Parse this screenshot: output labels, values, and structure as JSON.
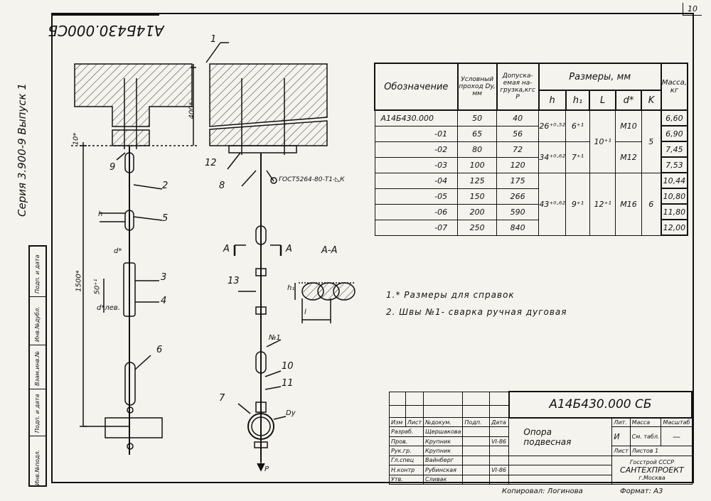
{
  "sheet_number": "10",
  "drawing_code_rotated": "А14Б430.000СБ",
  "series_side": "Серия 3.900-9 Выпуск 1",
  "side_stamp": [
    "Инв.№подл.",
    "Подп. и дата",
    "Взам.инв.№",
    "Инв.№дубл.",
    "Подп. и дата"
  ],
  "callouts": {
    "n1": "1",
    "n2": "2",
    "n3": "3",
    "n4": "4",
    "n5": "5",
    "n6": "6",
    "n7": "7",
    "n8": "8",
    "n9": "9",
    "n10": "10",
    "n11": "11",
    "n12": "12",
    "n13": "13",
    "dim_400": "400*",
    "dim_10": "10*",
    "dim_1500": "1500*",
    "dim_50": "50⁺¹",
    "h": "h",
    "d_star": "d*",
    "d_lev": "d*лев.",
    "section_a1": "A",
    "section_a2": "A",
    "section_aa": "A-A",
    "h1": "h₁",
    "l": "l",
    "weld": "№1",
    "dy": "Dy",
    "p": "P",
    "gost": "ГОСТ5264-80-Т1-◺К"
  },
  "spec_table": {
    "headers": {
      "designation": "Обозначение",
      "nominal": "Условный проход Dy, мм",
      "load": "Допуска-емая на-грузка,кгс P",
      "sizes": "Размеры, мм",
      "mass": "Масса, кг",
      "h": "h",
      "h1": "h₁",
      "l": "L",
      "d": "d*",
      "k": "K"
    },
    "rows": [
      {
        "designation": "А14Б430.000",
        "dy": "50",
        "p": "40",
        "mass": "6,60"
      },
      {
        "designation": "-01",
        "dy": "65",
        "p": "56",
        "mass": "6,90"
      },
      {
        "designation": "-02",
        "dy": "80",
        "p": "72",
        "mass": "7,45"
      },
      {
        "designation": "-03",
        "dy": "100",
        "p": "120",
        "mass": "7,53"
      },
      {
        "designation": "-04",
        "dy": "125",
        "p": "175",
        "mass": "10,44"
      },
      {
        "designation": "-05",
        "dy": "150",
        "p": "266",
        "mass": "10,80"
      },
      {
        "designation": "-06",
        "dy": "200",
        "p": "590",
        "mass": "11,80"
      },
      {
        "designation": "-07",
        "dy": "250",
        "p": "840",
        "mass": "12,00"
      }
    ],
    "groups": {
      "h_a": "26⁺⁰·⁵²",
      "h1_a": "6⁺¹",
      "d_a": "М10",
      "h_b": "34⁺⁰·⁶²",
      "h1_b": "7⁺¹",
      "d_b": "М12",
      "l_ab": "10⁺¹",
      "k_ab": "5",
      "h_c": "43⁺⁰·⁶²",
      "h1_c": "9⁺¹",
      "l_c": "12⁺¹",
      "d_c": "М16",
      "k_c": "6"
    }
  },
  "notes": [
    "1.* Размеры для справок",
    "2. Швы №1- сварка ручная дуговая"
  ],
  "title_block": {
    "code": "А14Б430.000 СБ",
    "name_line1": "Опора",
    "name_line2": "подвесная",
    "lit": "Лит.",
    "mass": "Масса",
    "scale": "Масштаб",
    "letter": "И",
    "mass_val": "См. табл.",
    "scale_val": "—",
    "sheet": "Лист",
    "sheets": "Листов 1",
    "org1": "Госстрой СССР",
    "org2": "САНТЕХПРОЕКТ",
    "org3": "г.Москва",
    "hdr": [
      "Изм",
      "Лист",
      "№докум.",
      "Подп.",
      "Дата"
    ],
    "people": [
      {
        "role": "Разраб.",
        "name": "Щершакова"
      },
      {
        "role": "Пров.",
        "name": "Крупник"
      },
      {
        "role": "Рук.гр.",
        "name": "Крупник"
      },
      {
        "role": "Гл.спец",
        "name": "Вайнберг"
      },
      {
        "role": "Н.контр",
        "name": "Рубинская"
      },
      {
        "role": "Утв.",
        "name": "Сливак"
      }
    ],
    "date1": "VI-86",
    "date2": "VI-86"
  },
  "copied": "Копировал: Логинова",
  "format": "Формат: А3"
}
